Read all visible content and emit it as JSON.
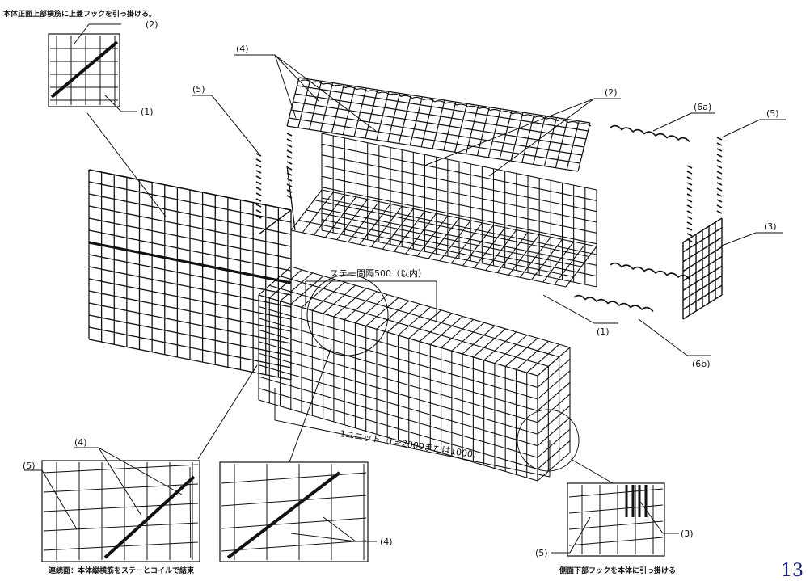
{
  "top_note": "本体正面上部横筋に上蓋フックを引っ掛ける。",
  "bottom_note_left": "連続面：本体縦横筋をステーとコイルで結束",
  "bottom_note_right": "側面下部フックを本体に引っ掛ける",
  "dimension_stay": "ステー間隔500（以内）",
  "dimension_unit": "1ユニット（L=2000または1000）",
  "labels": {
    "l1_top": "(1)",
    "l2_top": "(2)",
    "l4_top": "(4)",
    "l5_top": "(5)",
    "l2_right": "(2)",
    "l6a": "(6a)",
    "l5_right": "(5)",
    "l3_right": "(3)",
    "l1_mid": "(1)",
    "l6b": "(6b)",
    "l4_bl": "(4)",
    "l5_bl": "(5)",
    "l4_bm": "(4)",
    "l3_br": "(3)",
    "l5_br": "(5)"
  },
  "page_number": "13",
  "colors": {
    "line": "#111111",
    "page_number": "#1a237e"
  }
}
